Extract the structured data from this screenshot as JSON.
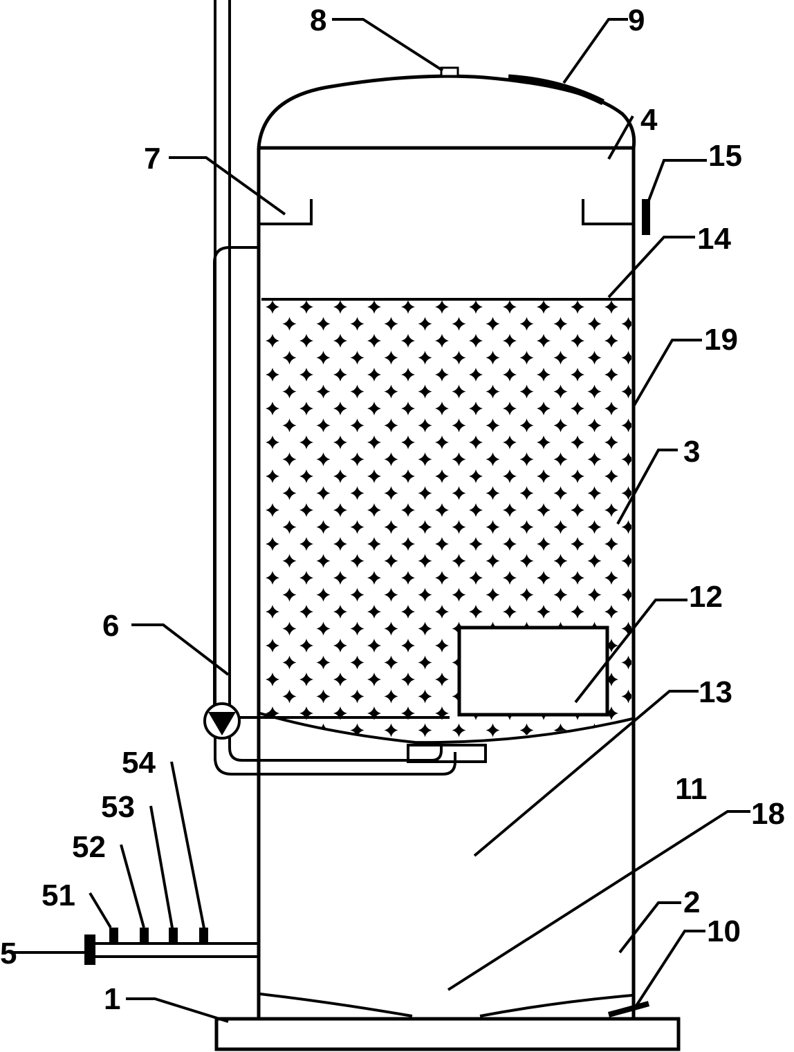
{
  "labels": {
    "l1": "1",
    "l2": "2",
    "l3": "3",
    "l4": "4",
    "l5": "5",
    "l6": "6",
    "l7": "7",
    "l8": "8",
    "l9": "9",
    "l10": "10",
    "l11": "11",
    "l12": "12",
    "l13": "13",
    "l14": "14",
    "l15": "15",
    "l18": "18",
    "l19": "19",
    "l51": "51",
    "l52": "52",
    "l53": "53",
    "l54": "54"
  },
  "colors": {
    "line": "#000000",
    "background": "#ffffff"
  }
}
